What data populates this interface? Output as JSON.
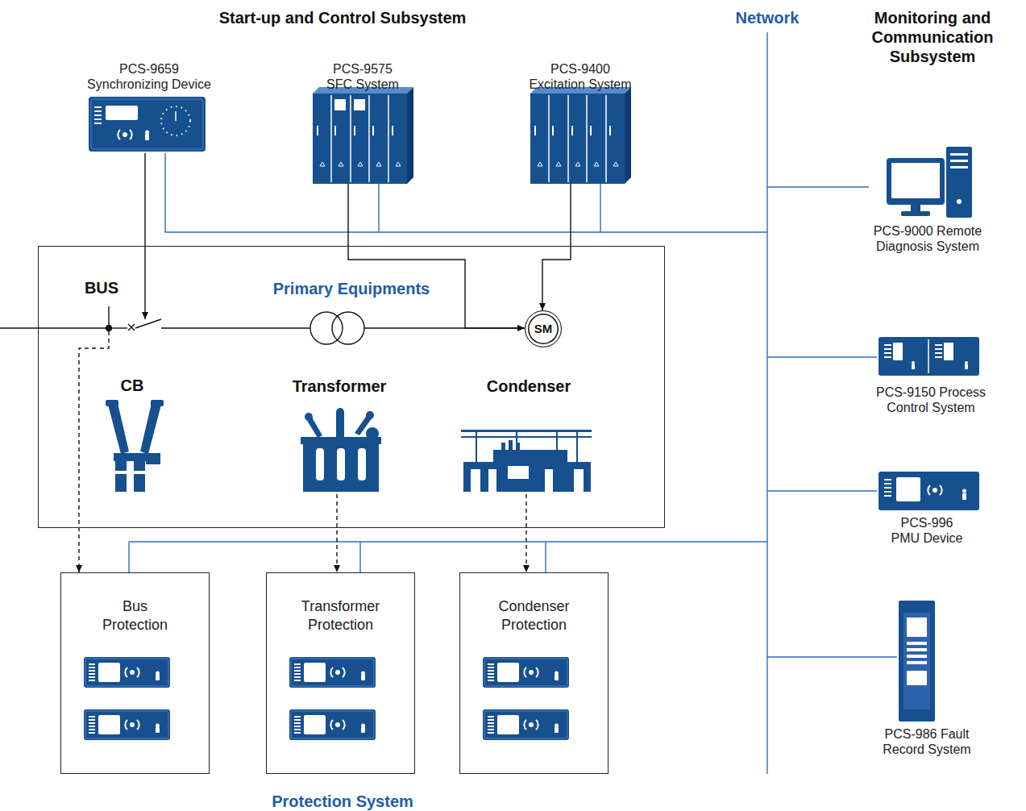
{
  "diagram": {
    "nodes": [
      {
        "text": [
          "PCS-9659 Synchronizing Device"
        ]
      },
      {
        "text": [
          "PCS-9575 SFC System"
        ]
      },
      {
        "text": [
          "PCS-9400 Excitation System"
        ]
      },
      {
        "text": [
          "Primary Equipments"
        ]
      },
      {
        "text": [
          "SM"
        ],
        "in": 3
      },
      {
        "text": [
          "CB"
        ],
        "in": 3
      },
      {
        "text": [
          "Transformer"
        ],
        "in": 3
      },
      {
        "text": [
          "Condenser"
        ],
        "in": 3
      },
      {
        "text": [
          "Bus Protection"
        ]
      },
      {
        "text": [
          "Transformer Protection"
        ]
      },
      {
        "text": [
          "Condenser Protection"
        ]
      },
      {
        "text": [
          "PCS-9000 Remote Diagnosis System"
        ]
      },
      {
        "text": [
          "PCS-9150 Process Control System"
        ]
      },
      {
        "text": [
          "PCS-996 PMU Device"
        ]
      },
      {
        "text": [
          "PCS-986 Fault Record System"
        ]
      }
    ],
    "edges": [
      {
        "from": 0,
        "to": 5,
        "arrow": "to"
      },
      {
        "from": 1,
        "to": 4,
        "arrow": "to"
      },
      {
        "from": 2,
        "to": 4,
        "arrow": "to"
      },
      {
        "from": 5,
        "to": 8,
        "arrow": "to"
      },
      {
        "from": 6,
        "to": 9,
        "arrow": "to"
      },
      {
        "from": 7,
        "to": 10,
        "arrow": "to"
      }
    ],
    "labels": [
      "Start-up and Control Subsystem",
      "Network",
      "Monitoring and Communication Subsystem",
      "BUS",
      "Protection System"
    ]
  }
}
